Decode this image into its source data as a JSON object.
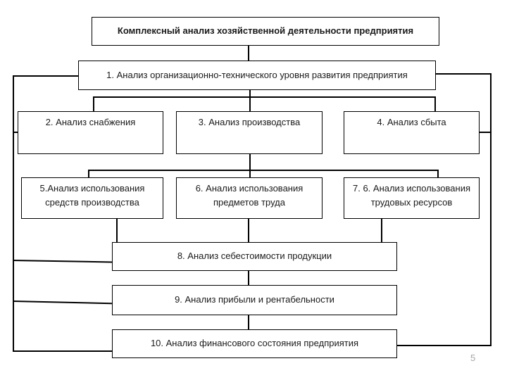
{
  "diagram": {
    "nodes": {
      "root": "Комплексный анализ хозяйственной деятельности предприятия",
      "n1": "1. Анализ организационно-технического уровня развития предприятия",
      "n2": "2. Анализ снабжения",
      "n3": "3. Анализ производства",
      "n4": "4. Анализ сбыта",
      "n5": "5.Анализ использования средств производства",
      "n6": "6. Анализ использования предметов труда",
      "n7": "7. 6. Анализ использования трудовых ресурсов",
      "n8": "8. Анализ себестоимости продукции",
      "n9": "9. Анализ прибыли и рентабельности",
      "n10": "10. Анализ финансового состояния предприятия"
    },
    "edges": [
      [
        "root",
        "n1"
      ],
      [
        "n1",
        "n2"
      ],
      [
        "n1",
        "n3"
      ],
      [
        "n1",
        "n4"
      ],
      [
        "n3",
        "n5"
      ],
      [
        "n3",
        "n6"
      ],
      [
        "n3",
        "n7"
      ],
      [
        "n5",
        "n8"
      ],
      [
        "n6",
        "n8"
      ],
      [
        "n7",
        "n8"
      ],
      [
        "n8",
        "n9"
      ],
      [
        "n9",
        "n10"
      ],
      [
        "n1",
        "n8"
      ],
      [
        "n1",
        "n9"
      ],
      [
        "n1",
        "n10"
      ],
      [
        "n2",
        "n8"
      ],
      [
        "n4",
        "n10"
      ]
    ]
  },
  "page": {
    "number": "5"
  },
  "colors": {
    "background": "#ffffff",
    "line": "#000000",
    "box_border": "#000000",
    "text": "#1a1a1a",
    "page_number": "#a6a6a6"
  }
}
